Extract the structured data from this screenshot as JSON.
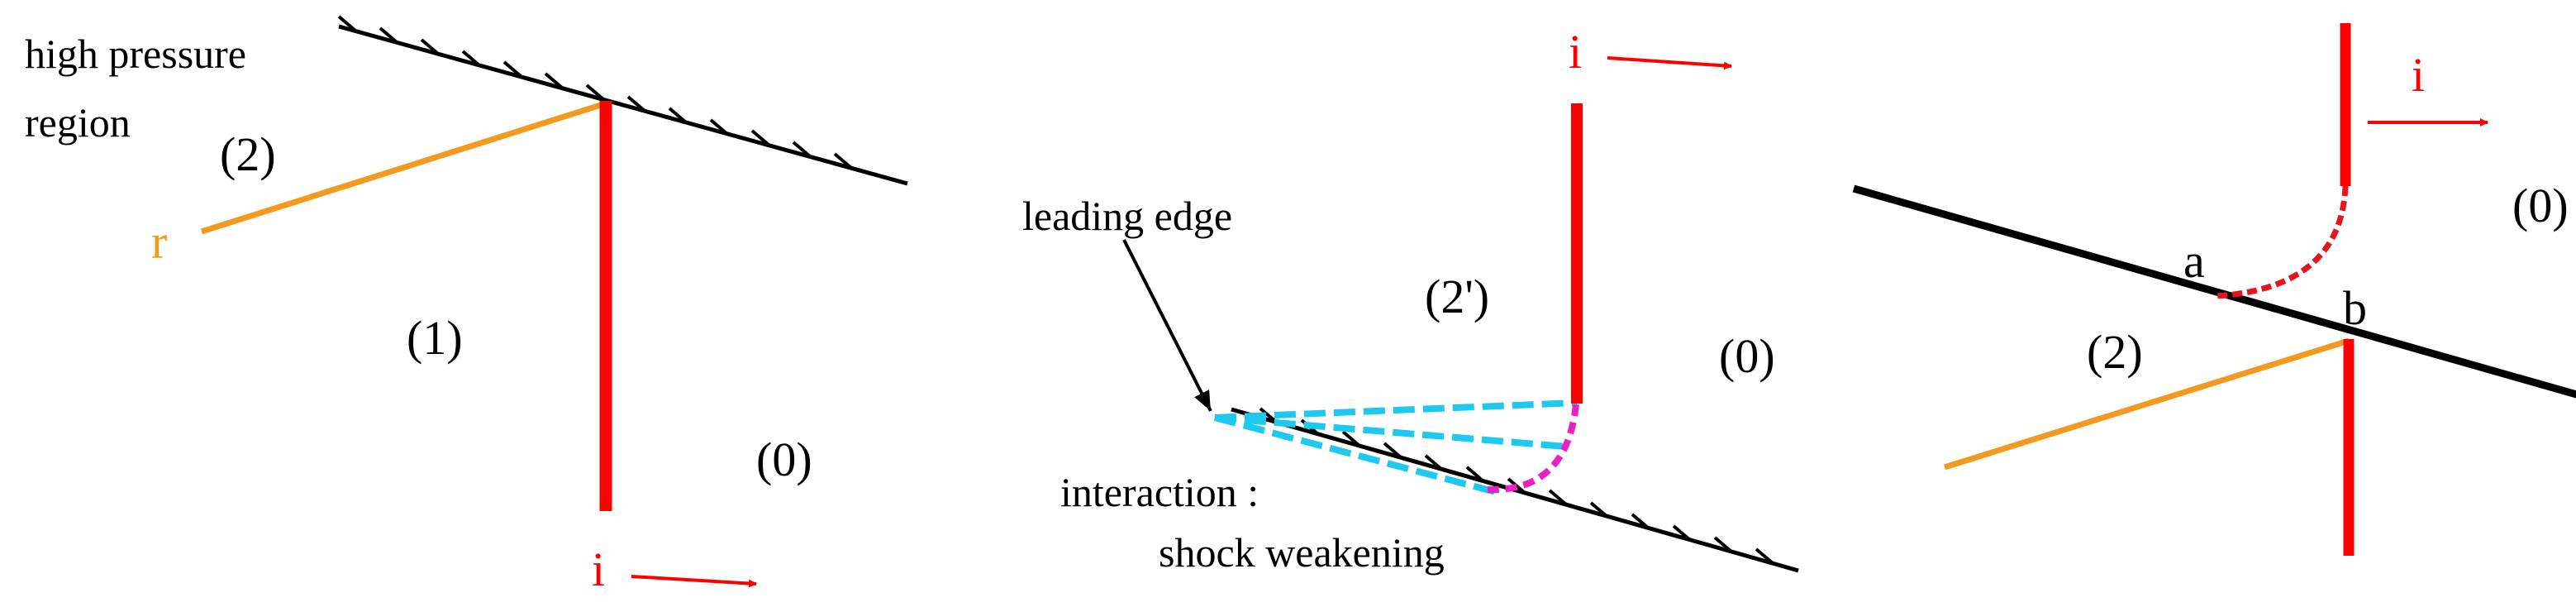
{
  "colors": {
    "incident_shock": "#ff0000",
    "reflected_shock": "#f39a1e",
    "wall": "#000000",
    "expansion": "#1ec8ee",
    "weakened_shock": "#ee1ec6",
    "curved_shock": "#e8141c"
  },
  "panel1": {
    "label_high_pressure": "high pressure",
    "label_region": "region",
    "region_2": "(2)",
    "region_1": "(1)",
    "region_0": "(0)",
    "label_r": "r",
    "label_i": "i"
  },
  "panel2": {
    "label_i": "i",
    "leading_edge": "leading edge",
    "region_2prime": "(2')",
    "region_0": "(0)",
    "interaction": "interaction :",
    "shock_weakening": "shock weakening"
  },
  "panel3": {
    "label_i": "i",
    "region_0": "(0)",
    "point_a": "a",
    "point_b": "b",
    "region_2": "(2)"
  }
}
